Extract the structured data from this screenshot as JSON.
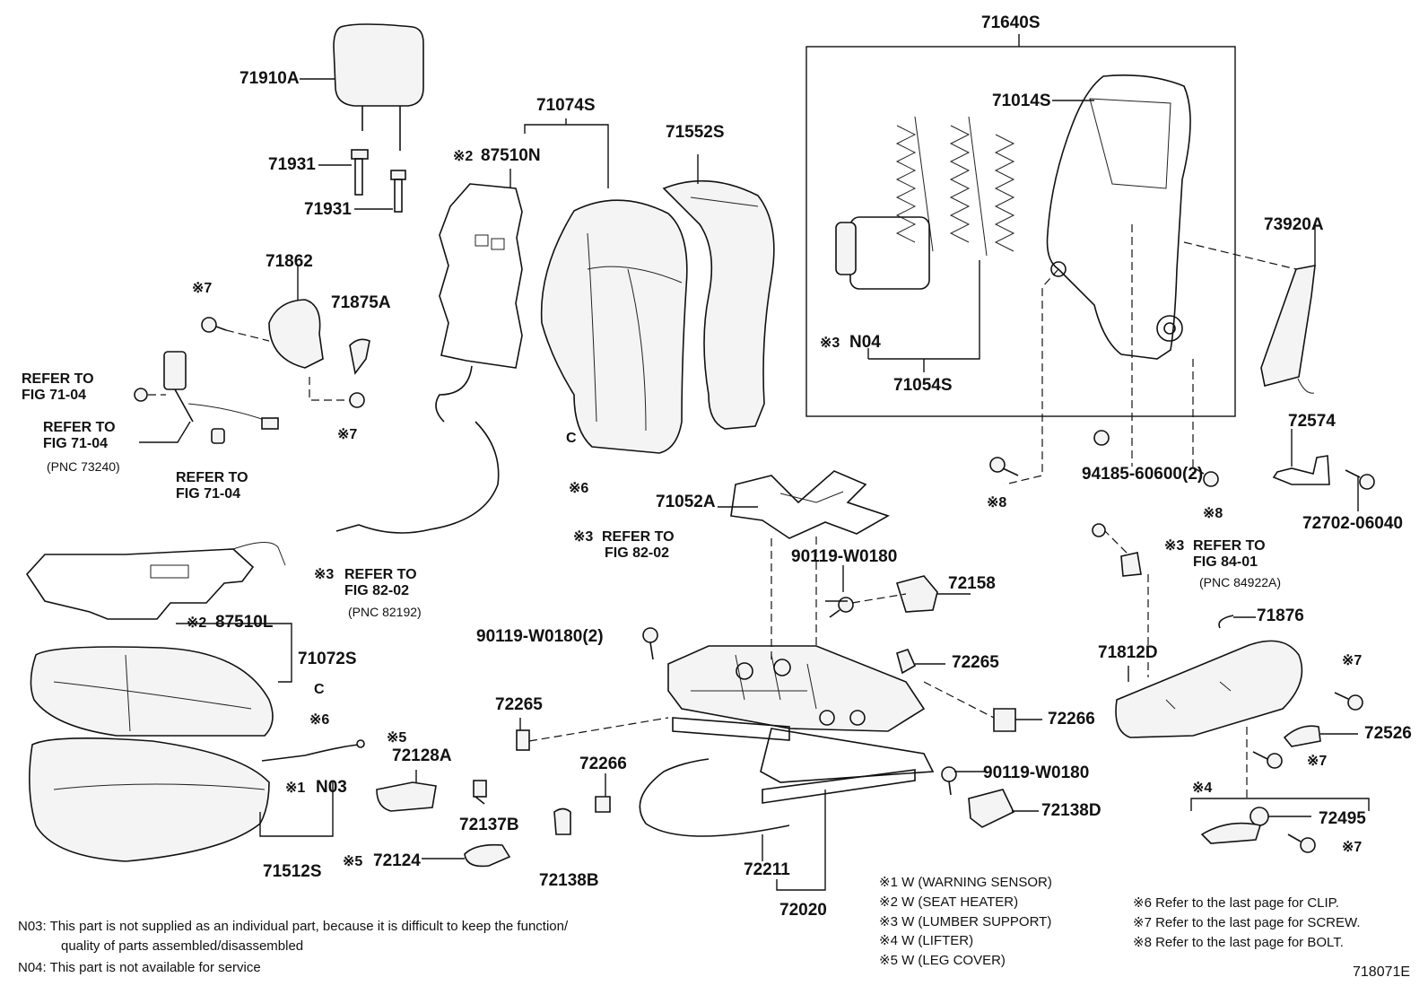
{
  "labels": {
    "p71640S": "71640S",
    "p71910A": "71910A",
    "p71074S": "71074S",
    "p71552S": "71552S",
    "p71014S": "71014S",
    "p71931a": "71931",
    "p71931b": "71931",
    "p87510N": "87510N",
    "p73920A": "73920A",
    "p71862": "71862",
    "p71875A": "71875A",
    "pN04": "N04",
    "p71054S": "71054S",
    "p72574": "72574",
    "p94185": "94185-60600(2)",
    "p72702": "72702-06040",
    "p71052A": "71052A",
    "p90119a": "90119-W0180",
    "p72158": "72158",
    "p87510L": "87510L",
    "p71072S": "71072S",
    "p90119b": "90119-W0180(2)",
    "p72265a": "72265",
    "p71876": "71876",
    "p71812D": "71812D",
    "p72265b": "72265",
    "p72266a": "72266",
    "p72266b": "72266",
    "p72128A": "72128A",
    "pN03": "N03",
    "p72526": "72526",
    "p90119c": "90119-W0180",
    "p72137B": "72137B",
    "p72138D": "72138D",
    "p72495": "72495",
    "p71512S": "71512S",
    "p72124": "72124",
    "p72211": "72211",
    "p72138B": "72138B",
    "p72020": "72020",
    "diagram_id": "718071E"
  },
  "marks": {
    "m2_87510N": "※2",
    "m7_71862": "※7",
    "m7_bolt": "※7",
    "m6_a": "※6",
    "m6_b": "※6",
    "m3_N04": "※3",
    "m8_a": "※8",
    "m8_b": "※8",
    "m3_ref82a": "※3",
    "m3_ref82b": "※3",
    "m3_ref84": "※3",
    "m2_87510L": "※2",
    "m5_72128A": "※5",
    "m1_N03": "※1",
    "m5_72124": "※5",
    "m7_71812": "※7",
    "m7_72526": "※7",
    "m4": "※4",
    "m7_72495": "※7",
    "c_clip_a": "C",
    "c_clip_b": "C"
  },
  "refs": {
    "fig7104_a": [
      "REFER TO",
      "FIG 71-04"
    ],
    "fig7104_b": [
      "REFER TO",
      "FIG 71-04"
    ],
    "pnc73240": "(PNC 73240)",
    "fig7104_c": [
      "REFER TO",
      "FIG 71-04"
    ],
    "fig8202_a": [
      "REFER TO",
      "FIG 82-02"
    ],
    "fig8202_b": [
      "REFER TO",
      "FIG 82-02"
    ],
    "pnc82192": "(PNC 82192)",
    "fig8401": [
      "REFER TO",
      "FIG 84-01"
    ],
    "pnc84922A": "(PNC 84922A)"
  },
  "legend": [
    "※1 W (WARNING  SENSOR)",
    "※2 W (SEAT  HEATER)",
    "※3 W (LUMBER  SUPPORT)",
    "※4 W (LIFTER)",
    "※5 W (LEG  COVER)"
  ],
  "notes_right": [
    "※6 Refer to the last page for CLIP.",
    "※7 Refer to the last page for SCREW.",
    "※8 Refer to the last page for BOLT."
  ],
  "footnotes": {
    "n03_a": "N03: This part is not supplied as an individual part, because it is difficult to keep the function/",
    "n03_b": "quality of parts assembled/disassembled",
    "n04": "N04: This part is not available for service"
  }
}
